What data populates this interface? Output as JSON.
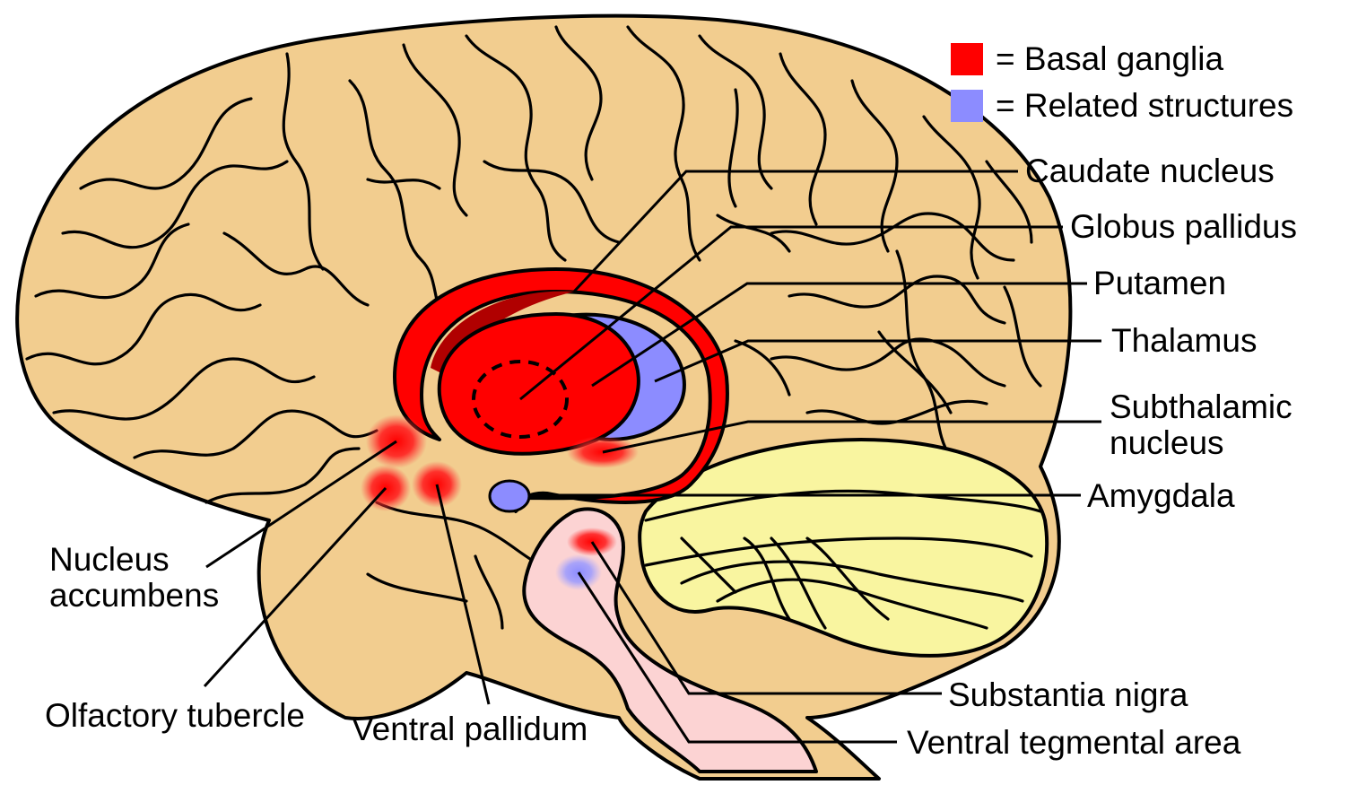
{
  "legend": {
    "basal_ganglia": {
      "label": "= Basal ganglia",
      "color": "#ff0000"
    },
    "related": {
      "label": "= Related structures",
      "color": "#8c8cff"
    }
  },
  "labels": {
    "caudate": "Caudate nucleus",
    "globus": "Globus pallidus",
    "putamen": "Putamen",
    "thalamus": "Thalamus",
    "subthalamic_1": "Subthalamic",
    "subthalamic_2": "nucleus",
    "amygdala": "Amygdala",
    "substantia": "Substantia nigra",
    "vta": "Ventral tegmental area",
    "accumbens_1": "Nucleus",
    "accumbens_2": "accumbens",
    "olfactory": "Olfactory tubercle",
    "ventral_pallidum": "Ventral pallidum"
  },
  "colors": {
    "cortex": "#f2cd8f",
    "cerebellum": "#f9f5a0",
    "brainstem": "#fcd3d3",
    "basal_ganglia": "#ff0000",
    "basal_dark": "#b00000",
    "related": "#8c8cff"
  }
}
